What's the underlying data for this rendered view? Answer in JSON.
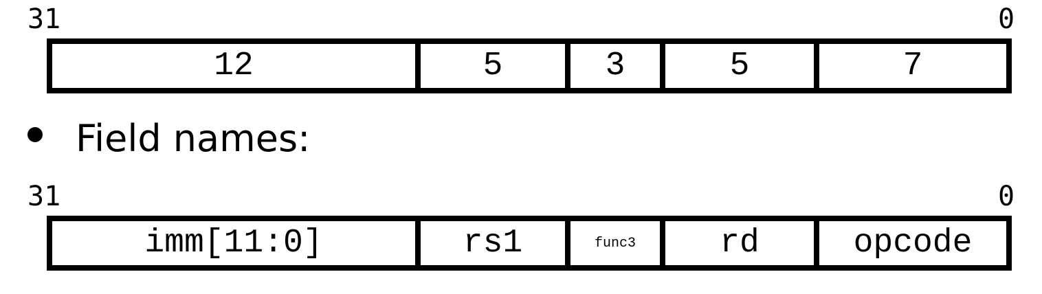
{
  "top_format": {
    "msb_label": "31",
    "lsb_label": "0",
    "fields": [
      "12",
      "5",
      "3",
      "5",
      "7"
    ]
  },
  "bullet": {
    "text": "Field names:"
  },
  "bottom_format": {
    "msb_label": "31",
    "lsb_label": "0",
    "fields": [
      "imm[11:0]",
      "rs1",
      "func3",
      "rd",
      "opcode"
    ]
  },
  "colors": {
    "line": "#000000",
    "background": "#ffffff"
  }
}
